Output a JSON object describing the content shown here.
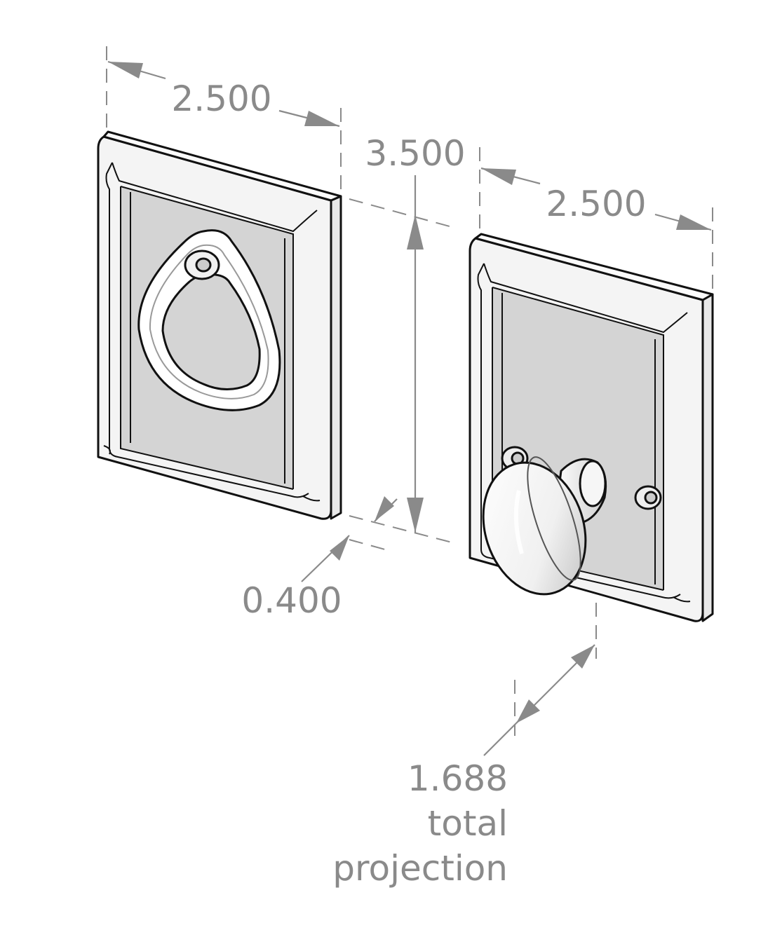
{
  "dimensions": {
    "width_left": "2.500",
    "height": "3.500",
    "width_right": "2.500",
    "thickness": "0.400",
    "projection_value": "1.688",
    "projection_line1": "total",
    "projection_line2": "projection"
  },
  "colors": {
    "dimension": "#8a8a8a",
    "outline": "#111111",
    "panel": "#d4d4d4",
    "plate": "#f4f4f4"
  }
}
